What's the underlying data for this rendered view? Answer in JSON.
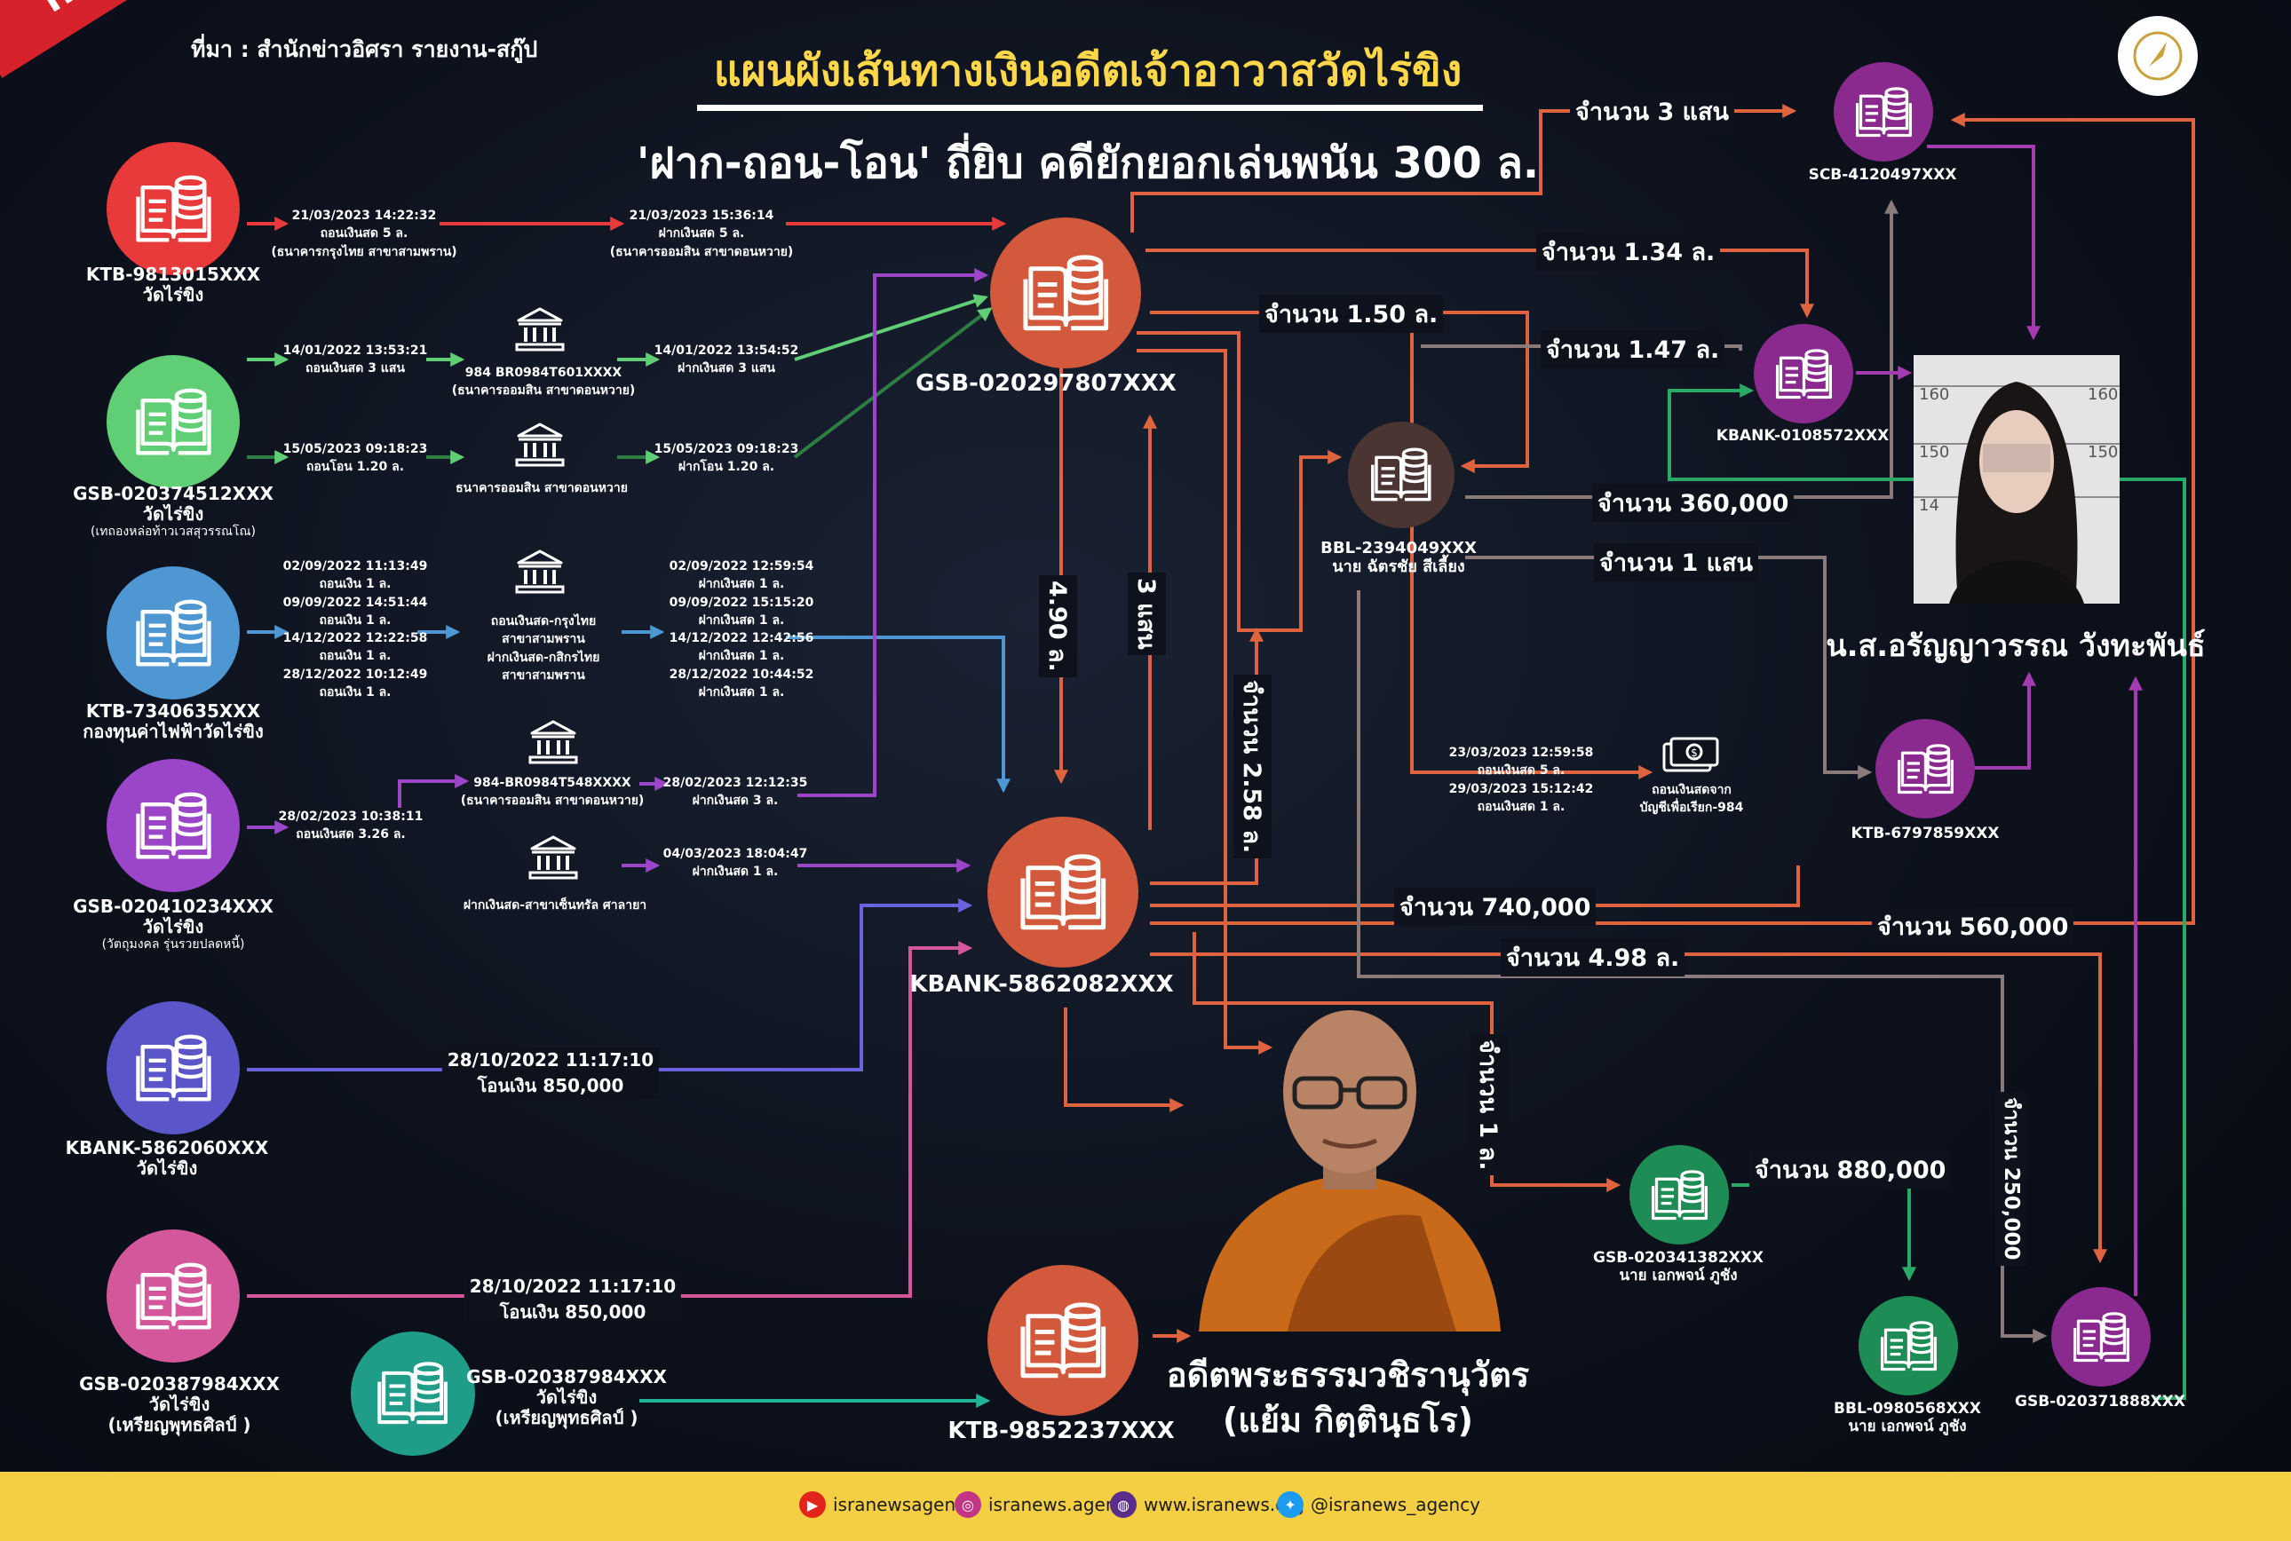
{
  "header": {
    "badge": "INFO :",
    "source": "ที่มา : สำนักข่าวอิศรา รายงาน-สกู๊ป",
    "title": "แผนผังเส้นทางเงินอดีตเจ้าอาวาสวัดไร่ขิง",
    "subtitle": "'ฝาก-ถอน-โอน' ถี่ยิบ คดียักยอกเล่นพนัน 300 ล."
  },
  "colors": {
    "red": "#e83a3a",
    "green": "#5fce74",
    "blue": "#4f97d3",
    "purple": "#9b45c8",
    "indigo": "#5a55c8",
    "pink": "#d4579b",
    "teal": "#1f9d88",
    "orange": "#d2593b",
    "brown": "#4a3533",
    "magenta": "#8a2a8f",
    "darkgreen": "#1d8d55",
    "wire_orange": "#e0633f",
    "wire_gray": "#7a6a6a"
  },
  "nodes": {
    "ktb9813": {
      "line1": "KTB-9813015XXX",
      "line2": "วัดไร่ขิง"
    },
    "gsb0203745": {
      "line1": "GSB-020374512XXX",
      "line2": "วัดไร่ขิง",
      "line3": "(เทถองหล่อท้าวเวสสุวรรณโณ)"
    },
    "ktb7340": {
      "line1": "KTB-7340635XXX",
      "line2": "กองทุนค่าไฟฟ้าวัดไร่ขิง"
    },
    "gsb0204102": {
      "line1": "GSB-020410234XXX",
      "line2": "วัดไร่ขิง",
      "line3": "(วัตถุมงคล รุ่นรวยปลดหนี้)"
    },
    "kbank5862060": {
      "line1": "KBANK-5862060XXX",
      "line2": "วัดไร่ขิง"
    },
    "gsb0203879": {
      "line1": "GSB-020387984XXX",
      "line2": "วัดไร่ขิง",
      "line3": "(เหรียญพุทธศิลป์ )"
    },
    "gsb0203879b": {
      "line1": "GSB-020387984XXX",
      "line2": "วัดไร่ขิง",
      "line3": "(เหรียญพุทธศิลป์ )"
    },
    "gsb0202978": {
      "line1": "GSB-020297807XXX"
    },
    "kbank5862082": {
      "line1": "KBANK-5862082XXX"
    },
    "ktb9852": {
      "line1": "KTB-9852237XXX"
    },
    "bbl2394": {
      "line1": "BBL-2394049XXX",
      "line2": "นาย ฉัตรชัย สีเลี้ยง"
    },
    "scb4120": {
      "line1": "SCB-4120497XXX"
    },
    "kbank0108": {
      "line1": "KBANK-0108572XXX"
    },
    "ktb6797": {
      "line1": "KTB-6797859XXX"
    },
    "gsb0203413": {
      "line1": "GSB-020341382XXX",
      "line2": "นาย เอกพจน์ ภูชัง"
    },
    "bbl0980": {
      "line1": "BBL-0980568XXX",
      "line2": "นาย เอกพจน์ ภูชัง"
    },
    "gsb0203718": {
      "line1": "GSB-020371888XXX"
    }
  },
  "transactions": {
    "t1": [
      "21/03/2023 14:22:32",
      "ถอนเงินสด 5 ล.",
      "(ธนาคารกรุงไทย สาขาสามพราน)"
    ],
    "t2": [
      "21/03/2023 15:36:14",
      "ฝากเงินสด 5 ล.",
      "(ธนาคารออมสิน สาขาดอนหวาย)"
    ],
    "t3": [
      "14/01/2022 13:53:21",
      "ถอนเงินสด 3 แสน"
    ],
    "t4": [
      "984 BR0984T601XXXX",
      "(ธนาคารออมสิน สาขาดอนหวาย)"
    ],
    "t5": [
      "14/01/2022 13:54:52",
      "ฝากเงินสด 3 แสน"
    ],
    "t6": [
      "15/05/2023 09:18:23",
      "ถอนโอน 1.20 ล."
    ],
    "t7": [
      "ธนาคารออมสิน สาขาดอนหวาย"
    ],
    "t8": [
      "15/05/2023 09:18:23",
      "ฝากโอน 1.20 ล."
    ],
    "t9": [
      "02/09/2022 11:13:49",
      "ถอนเงิน 1 ล.",
      "09/09/2022 14:51:44",
      "ถอนเงิน 1 ล.",
      "14/12/2022 12:22:58",
      "ถอนเงิน 1 ล.",
      "28/12/2022 10:12:49",
      "ถอนเงิน 1 ล."
    ],
    "t10": [
      "ถอนเงินสด-กรุงไทย",
      "สาขาสามพราน",
      "ฝากเงินสด-กสิกรไทย",
      "สาขาสามพราน"
    ],
    "t11": [
      "02/09/2022 12:59:54",
      "ฝากเงินสด 1 ล.",
      "09/09/2022 15:15:20",
      "ฝากเงินสด 1 ล.",
      "14/12/2022 12:42:56",
      "ฝากเงินสด 1 ล.",
      "28/12/2022 10:44:52",
      "ฝากเงินสด 1 ล."
    ],
    "t12": [
      "984-BR0984T548XXXX",
      "(ธนาคารออมสิน สาขาดอนหวาย)"
    ],
    "t13": [
      "28/02/2023 10:38:11",
      "ถอนเงินสด 3.26 ล."
    ],
    "t14": [
      "28/02/2023 12:12:35",
      "ฝากเงินสด 3 ล."
    ],
    "t15": [
      "04/03/2023 18:04:47",
      "ฝากเงินสด 1 ล."
    ],
    "t16": [
      "ฝากเงินสด-สาขาเซ็นทรัล ศาลายา"
    ],
    "t17": [
      "28/10/2022 11:17:10",
      "โอนเงิน 850,000"
    ],
    "t18": [
      "28/10/2022 11:17:10",
      "โอนเงิน 850,000"
    ],
    "t19": [
      "23/03/2023 12:59:58",
      "ถอนเงินสด 5 ล.",
      "29/03/2023 15:12:42",
      "ถอนเงินสด 1 ล."
    ],
    "t20": [
      "ถอนเงินสดจาก",
      "บัญชีเพื่อเรียก-984"
    ]
  },
  "amounts": {
    "a1": "จำนวน 3 แสน",
    "a2": "จำนวน 1.34 ล.",
    "a3": "จำนวน 1.50 ล.",
    "a4": "จำนวน 1.47 ล.",
    "a5": "จำนวน 360,000",
    "a6": "จำนวน 1 แสน",
    "a7": "จำนวน 740,000",
    "a8": "จำนวน 560,000",
    "a9": "จำนวน 4.98 ล.",
    "a10": "จำนวน 880,000",
    "v1": "4.90 ล.",
    "v2": "3 แสน",
    "v3": "จำนวน 2.58 ล.",
    "v4": "จำนวน 1 ล.",
    "v5": "จำนวน 250,000"
  },
  "people": {
    "monk_line1": "อดีตพระธรรมวชิรานุวัตร",
    "monk_line2": "(แย้ม กิตฺตินฺธโร)",
    "woman": "น.ส.อรัญญาวรรณ วังทะพันธ์",
    "height_marks": [
      "160",
      "160",
      "150",
      "150",
      "14"
    ]
  },
  "footer": {
    "youtube": "isranewsagency",
    "instagram": "isranews.agency",
    "web": "www.isranews.org",
    "twitter": "@isranews_agency"
  }
}
